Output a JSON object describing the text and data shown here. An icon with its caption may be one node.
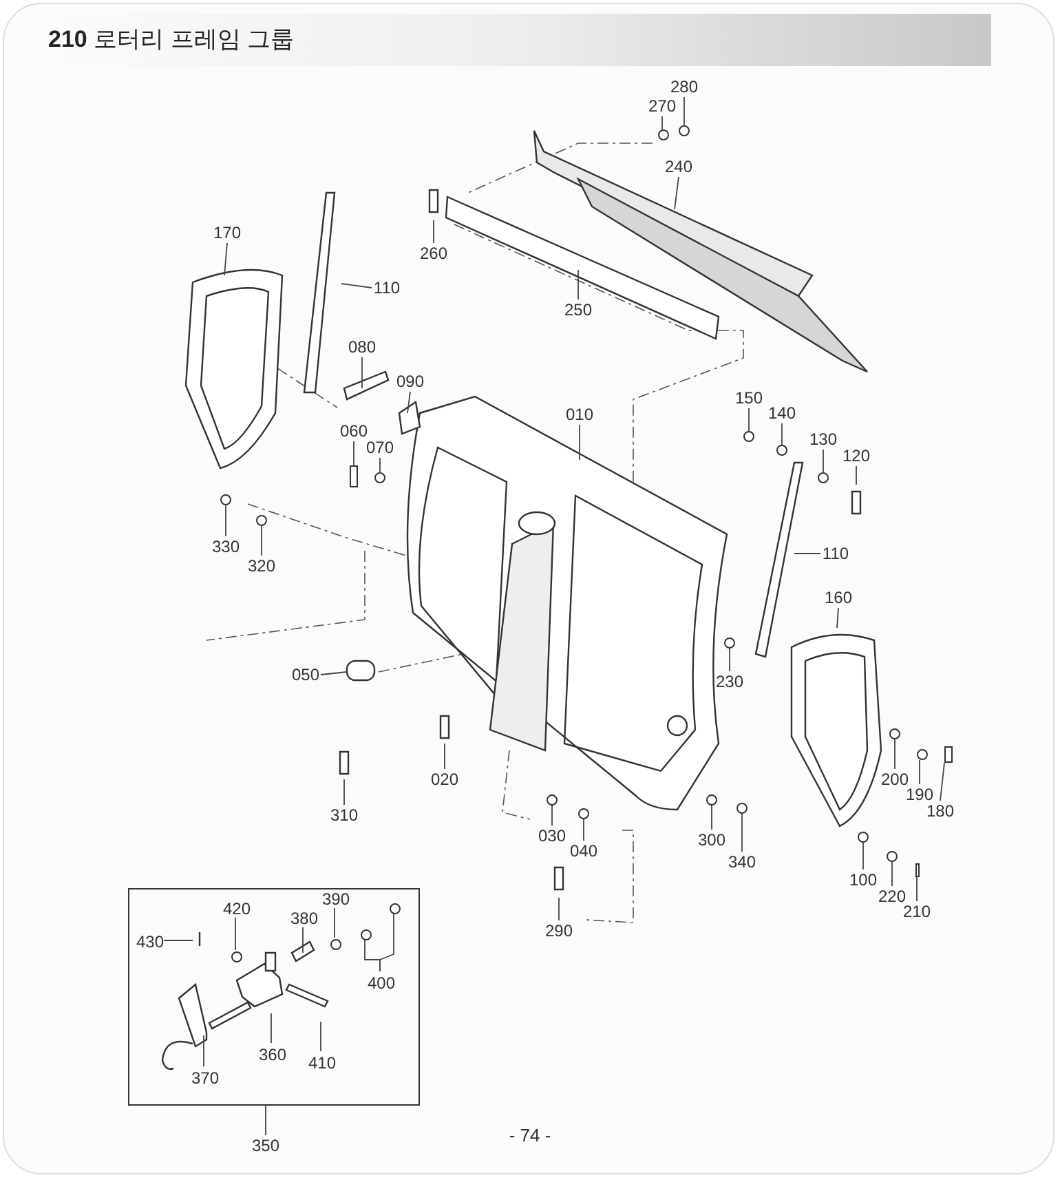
{
  "diagram": {
    "title": "**210** 로터리 프레임 그룹",
    "nodes": [
      {
        "text": [
          "280"
        ]
      },
      {
        "text": [
          "270"
        ]
      },
      {
        "text": [
          "240"
        ]
      },
      {
        "text": [
          "260"
        ]
      },
      {
        "text": [
          "170"
        ]
      },
      {
        "text": [
          "110"
        ]
      },
      {
        "text": [
          "250"
        ]
      },
      {
        "text": [
          "080"
        ]
      },
      {
        "text": [
          "090"
        ]
      },
      {
        "text": [
          "010"
        ]
      },
      {
        "text": [
          "060"
        ]
      },
      {
        "text": [
          "070"
        ]
      },
      {
        "text": [
          "150"
        ]
      },
      {
        "text": [
          "140"
        ]
      },
      {
        "text": [
          "130"
        ]
      },
      {
        "text": [
          "120"
        ]
      },
      {
        "text": [
          "330"
        ]
      },
      {
        "text": [
          "320"
        ]
      },
      {
        "text": [
          "110"
        ]
      },
      {
        "text": [
          "160"
        ]
      },
      {
        "text": [
          "230"
        ]
      },
      {
        "text": [
          "050"
        ]
      },
      {
        "text": [
          "020"
        ]
      },
      {
        "text": [
          "310"
        ]
      },
      {
        "text": [
          "030"
        ]
      },
      {
        "text": [
          "040"
        ]
      },
      {
        "text": [
          "300"
        ]
      },
      {
        "text": [
          "340"
        ]
      },
      {
        "text": [
          "200"
        ]
      },
      {
        "text": [
          "190"
        ]
      },
      {
        "text": [
          "180"
        ]
      },
      {
        "text": [
          "100"
        ]
      },
      {
        "text": [
          "220"
        ]
      },
      {
        "text": [
          "210"
        ]
      },
      {
        "text": [
          "290"
        ]
      },
      {
        "text": [],
        "shape": "box"
      },
      {
        "text": [
          "420"
        ],
        "in": 35
      },
      {
        "text": [
          "430"
        ],
        "in": 35
      },
      {
        "text": [
          "380"
        ],
        "in": 35
      },
      {
        "text": [
          "390"
        ],
        "in": 35
      },
      {
        "text": [
          "400"
        ],
        "in": 35
      },
      {
        "text": [
          "360"
        ],
        "in": 35
      },
      {
        "text": [
          "370"
        ],
        "in": 35
      },
      {
        "text": [
          "410"
        ],
        "in": 35
      },
      {
        "text": [
          "350"
        ]
      },
      {
        "text": [],
        "shape": "circle"
      },
      {
        "text": [],
        "shape": "circle"
      },
      {
        "text": [],
        "shape": "box"
      },
      {
        "text": [],
        "shape": "circle"
      },
      {
        "text": [],
        "shape": "circle"
      },
      {
        "text": [],
        "shape": "circle"
      },
      {
        "text": [],
        "shape": "circle"
      },
      {
        "text": [],
        "shape": "circle"
      },
      {
        "text": [],
        "shape": "circle"
      },
      {
        "text": [],
        "shape": "circle"
      },
      {
        "text": [],
        "shape": "circle"
      },
      {
        "text": [],
        "shape": "circle"
      },
      {
        "text": [],
        "shape": "circle"
      },
      {
        "text": [],
        "shape": "circle"
      },
      {
        "text": [],
        "shape": "circle"
      },
      {
        "text": [],
        "shape": "circle"
      },
      {
        "text": [],
        "shape": "circle"
      },
      {
        "text": [],
        "shape": "box"
      },
      {
        "text": [],
        "shape": "circle"
      },
      {
        "text": [],
        "shape": "box"
      },
      {
        "text": [],
        "shape": "circle",
        "in": 35
      },
      {
        "text": [],
        "shape": "circle",
        "in": 35
      },
      {
        "text": [],
        "shape": "circle",
        "in": 35
      },
      {
        "text": [],
        "shape": "circle",
        "in": 35
      }
    ],
    "edges": [
      {
        "from": 0,
        "to": 52,
        "arrow": "none"
      },
      {
        "from": 1,
        "to": 51,
        "arrow": "none"
      },
      {
        "from": 2,
        "to": null,
        "arrow": "none"
      },
      {
        "from": 3,
        "to": null,
        "arrow": "none"
      },
      {
        "from": 4,
        "to": null,
        "arrow": "none"
      },
      {
        "from": 5,
        "to": null,
        "arrow": "none"
      },
      {
        "from": 6,
        "to": null,
        "arrow": "none"
      },
      {
        "from": 7,
        "to": null,
        "arrow": "none"
      },
      {
        "from": 8,
        "to": null,
        "arrow": "none"
      },
      {
        "from": 9,
        "to": null,
        "arrow": "none"
      },
      {
        "from": 10,
        "to": 47,
        "arrow": "none"
      },
      {
        "from": 11,
        "to": 48,
        "arrow": "none"
      },
      {
        "from": 12,
        "to": 56,
        "arrow": "none"
      },
      {
        "from": 13,
        "to": 57,
        "arrow": "none"
      },
      {
        "from": 14,
        "to": 58,
        "arrow": "none"
      },
      {
        "from": 15,
        "to": null,
        "arrow": "none"
      },
      {
        "from": 16,
        "to": 45,
        "arrow": "none"
      },
      {
        "from": 17,
        "to": 46,
        "arrow": "none"
      },
      {
        "from": 18,
        "to": null,
        "arrow": "none"
      },
      {
        "from": 19,
        "to": null,
        "arrow": "none"
      },
      {
        "from": 20,
        "to": 54,
        "arrow": "none"
      },
      {
        "from": 21,
        "to": null,
        "arrow": "none"
      },
      {
        "from": 22,
        "to": null,
        "arrow": "none"
      },
      {
        "from": 23,
        "to": null,
        "arrow": "none"
      },
      {
        "from": 24,
        "to": 49,
        "arrow": "none"
      },
      {
        "from": 25,
        "to": 50,
        "arrow": "none"
      },
      {
        "from": 26,
        "to": 53,
        "arrow": "none"
      },
      {
        "from": 27,
        "to": 55,
        "arrow": "none"
      },
      {
        "from": 28,
        "to": 61,
        "arrow": "none"
      },
      {
        "from": 29,
        "to": 63,
        "arrow": "none"
      },
      {
        "from": 30,
        "to": 64,
        "arrow": "none"
      },
      {
        "from": 31,
        "to": 59,
        "arrow": "none"
      },
      {
        "from": 32,
        "to": 60,
        "arrow": "none"
      },
      {
        "from": 33,
        "to": 62,
        "arrow": "none"
      },
      {
        "from": 34,
        "to": null,
        "arrow": "none"
      },
      {
        "from": 36,
        "to": 65,
        "arrow": "none"
      },
      {
        "from": 37,
        "to": null,
        "arrow": "none"
      },
      {
        "from": 38,
        "to": null,
        "arrow": "none"
      },
      {
        "from": 39,
        "to": 66,
        "arrow": "none"
      },
      {
        "from": 40,
        "to": 67,
        "arrow": "none"
      },
      {
        "from": 40,
        "to": 68,
        "arrow": "none"
      },
      {
        "from": 41,
        "to": null,
        "arrow": "none"
      },
      {
        "from": 42,
        "to": null,
        "arrow": "none"
      },
      {
        "from": 43,
        "to": null,
        "arrow": "none"
      },
      {
        "from": 44,
        "to": 35,
        "arrow": "none"
      }
    ],
    "labels": [
      "- 74 -"
    ]
  }
}
